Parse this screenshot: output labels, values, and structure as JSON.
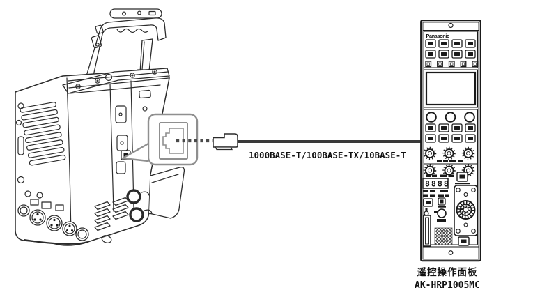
{
  "diagram": {
    "cable_label": "1000BASE-T/100BASE-TX/10BASE-T",
    "panel": {
      "brand": "Panasonic",
      "display_value": "8888"
    },
    "caption": {
      "device_name": "遥控操作面板",
      "model": "AK-HRP1005MC"
    },
    "colors": {
      "line": "#2b2b2b",
      "callout_gray": "#8f8f8f",
      "cable": "#3a3a3a",
      "dash": "#4a4a4a"
    }
  }
}
